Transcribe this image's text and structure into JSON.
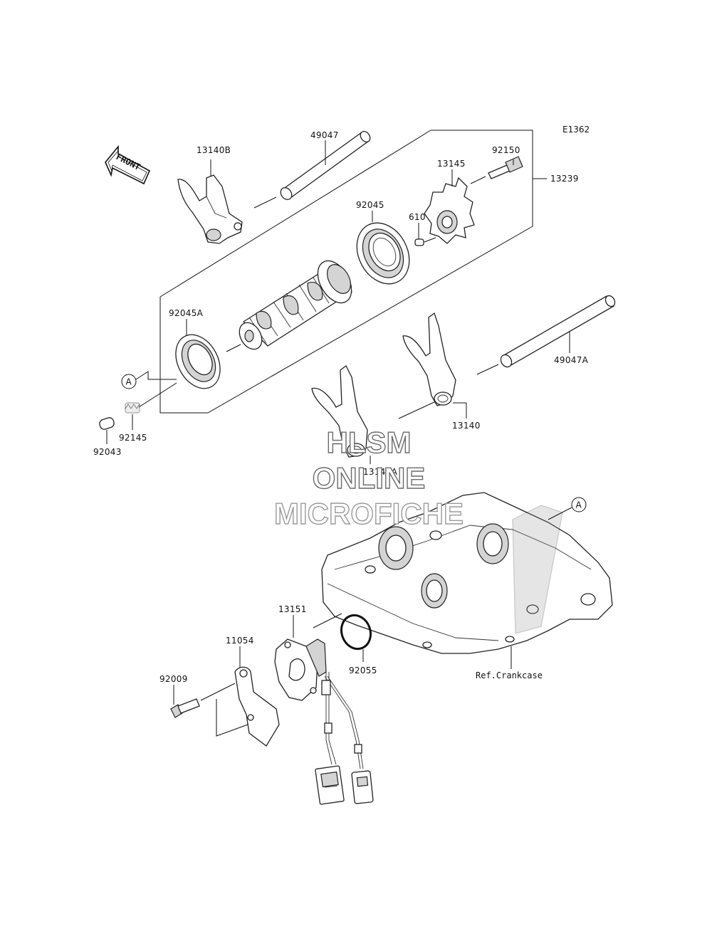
{
  "diagram": {
    "id": "E1362",
    "front_label": "FRONT",
    "callouts": [
      {
        "id": "13140B",
        "label": "13140B"
      },
      {
        "id": "49047",
        "label": "49047"
      },
      {
        "id": "92150",
        "label": "92150"
      },
      {
        "id": "13145",
        "label": "13145"
      },
      {
        "id": "13239",
        "label": "13239"
      },
      {
        "id": "92045",
        "label": "92045"
      },
      {
        "id": "610",
        "label": "610"
      },
      {
        "id": "92045A",
        "label": "92045A"
      },
      {
        "id": "49047A",
        "label": "49047A"
      },
      {
        "id": "92145",
        "label": "92145"
      },
      {
        "id": "92043",
        "label": "92043"
      },
      {
        "id": "13140",
        "label": "13140"
      },
      {
        "id": "13140A",
        "label": "13140A"
      },
      {
        "id": "13151",
        "label": "13151"
      },
      {
        "id": "11054",
        "label": "11054"
      },
      {
        "id": "92009",
        "label": "92009"
      },
      {
        "id": "92055",
        "label": "92055"
      }
    ],
    "reference_marker": "A",
    "ref_text": "Ref.Crankcase"
  },
  "watermark": {
    "line1": "HLSM",
    "line2": "ONLINE",
    "line3": "MICROFICHE"
  }
}
